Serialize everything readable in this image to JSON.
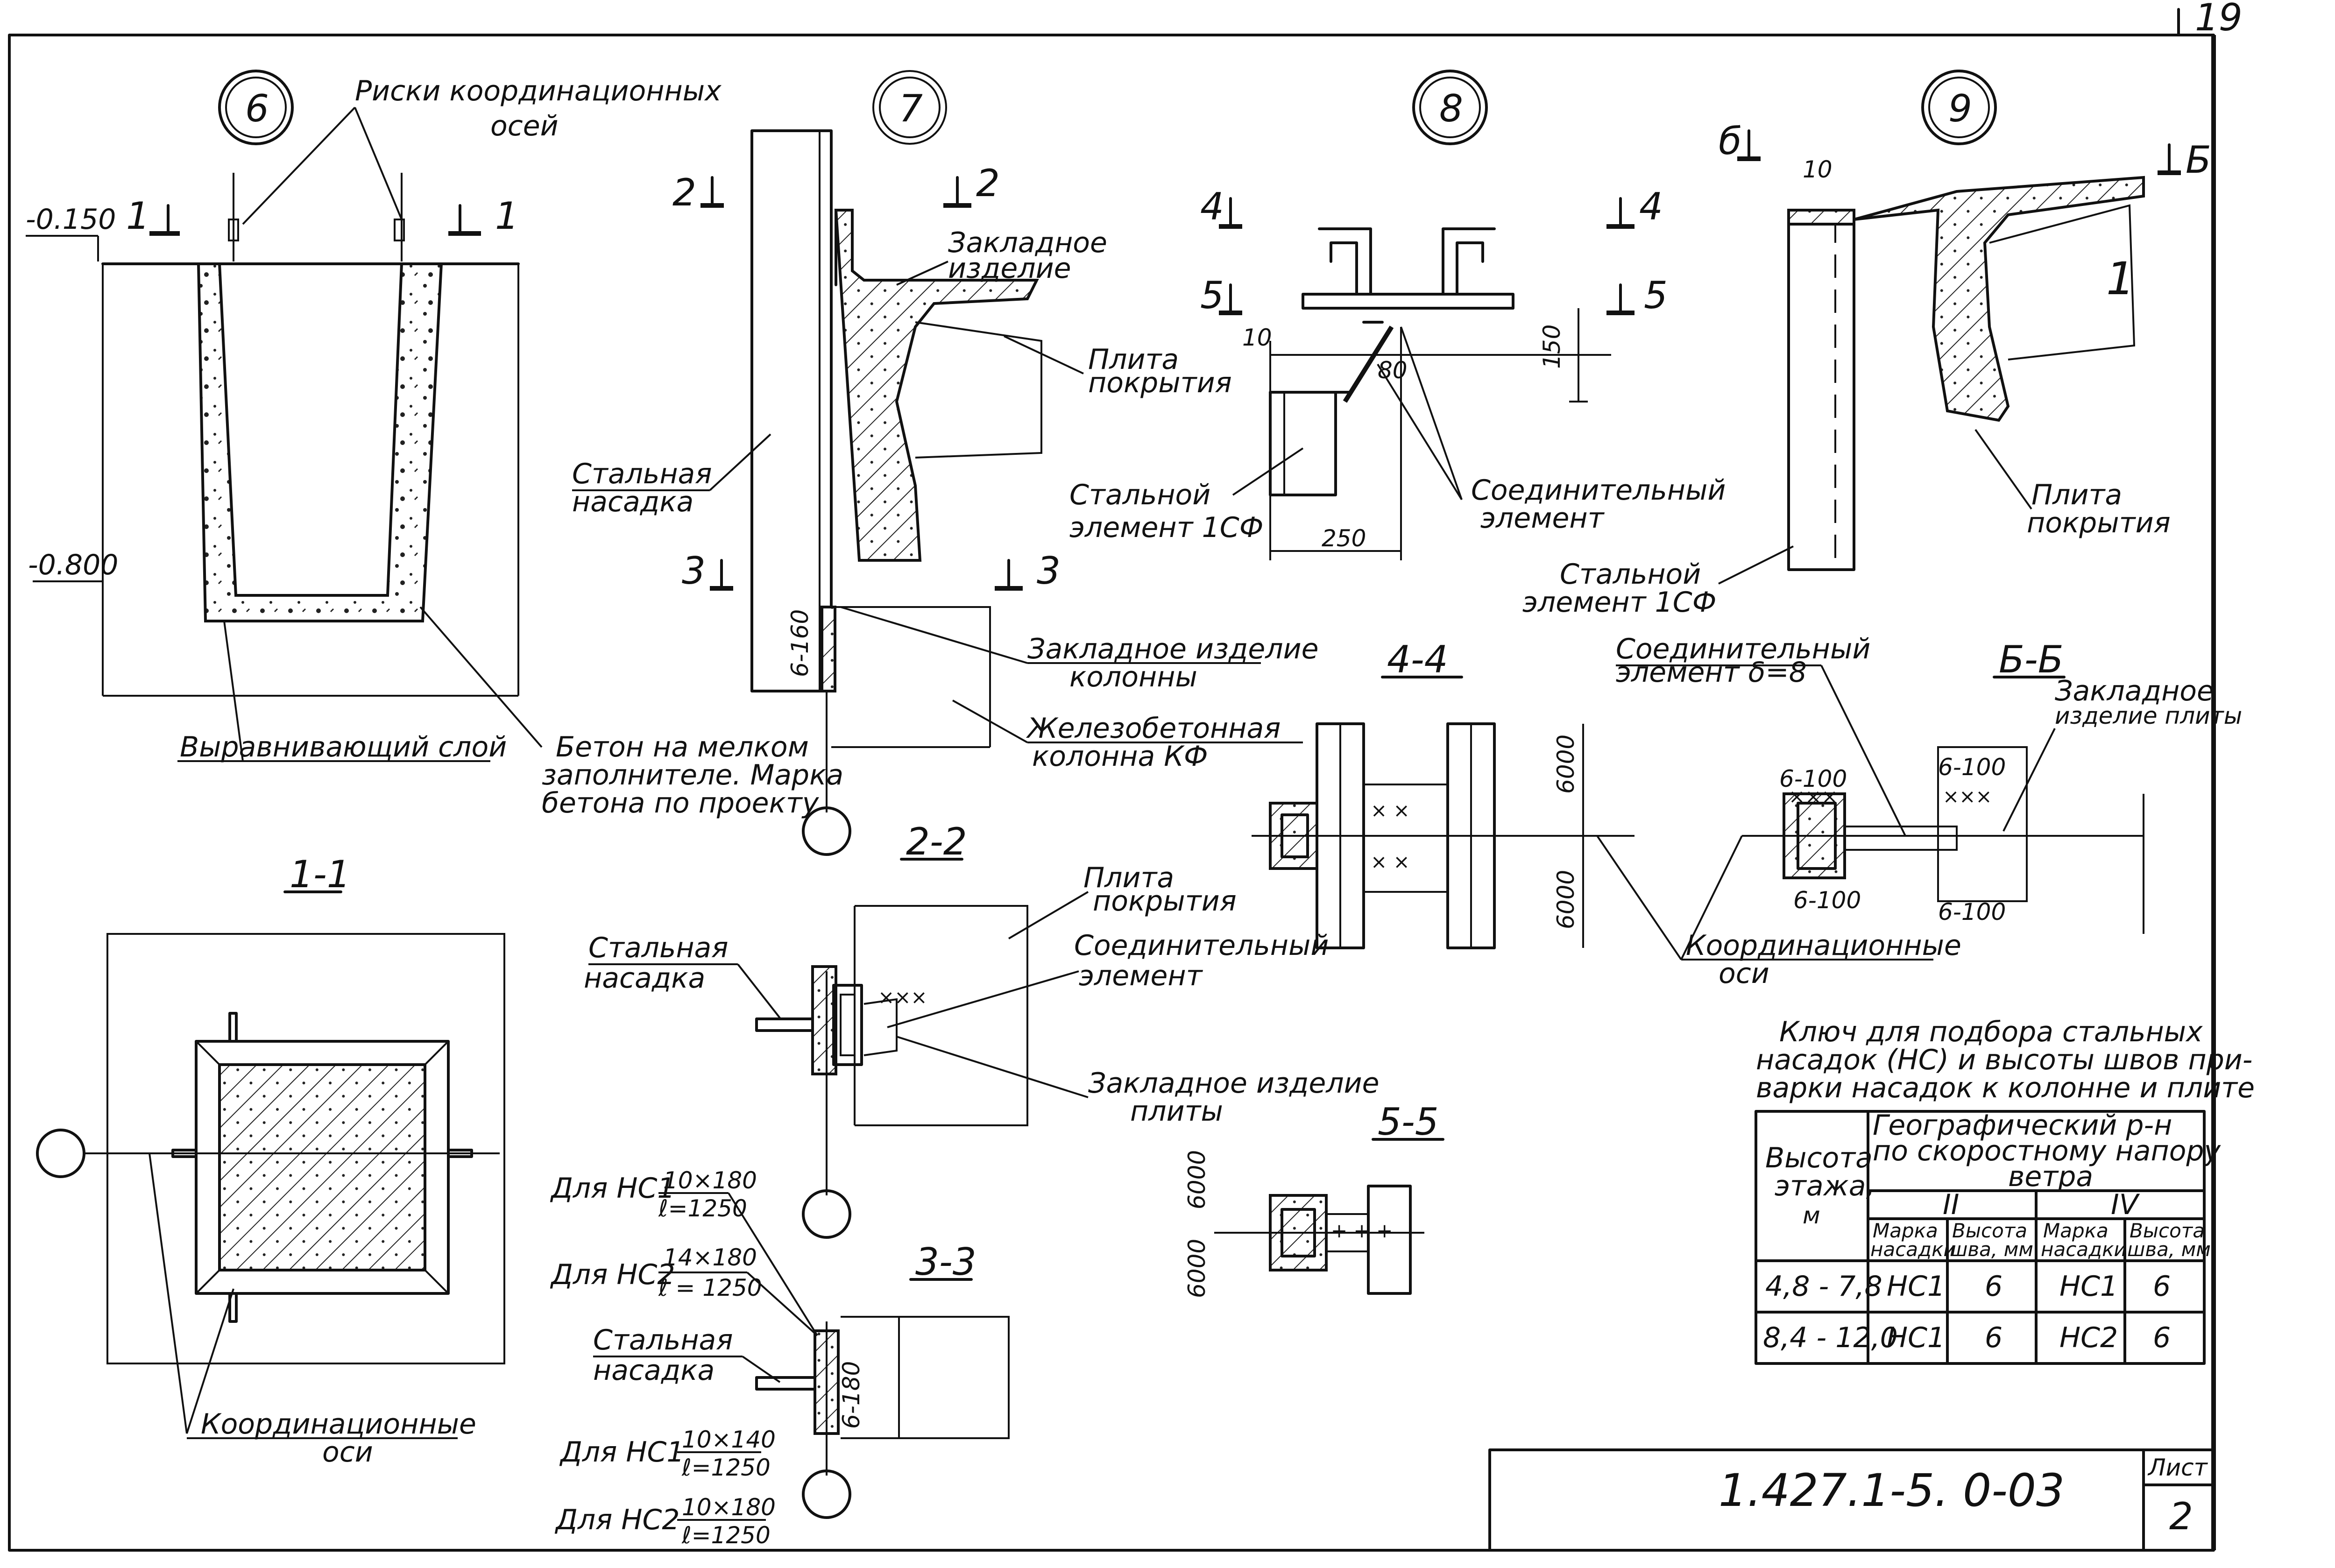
{
  "sheet": {
    "page_number_top": "19",
    "doc_code": "1.427.1-5. 0-03",
    "sheet_label": "Лист",
    "sheet_number": "2"
  },
  "detail6": {
    "marker": "6",
    "note": [
      "Риски координационных",
      "осей"
    ],
    "level_top": "-0.150",
    "level_bottom": "-0.800",
    "cut_label": "1",
    "label_leveling": "Выравнивающий слой",
    "label_concrete": [
      "Бетон на мелком",
      "заполнителе. Марка",
      "бетона по проекту"
    ]
  },
  "detail7": {
    "marker": "7",
    "cut_top": "2",
    "cut_bottom": "3",
    "label_embedded": [
      "Закладное",
      "изделие"
    ],
    "label_slab": [
      "Плита",
      "покрытия"
    ],
    "label_cap": [
      "Стальная",
      "насадка"
    ],
    "label_column_embedded": [
      "Закладное изделие",
      "колонны"
    ],
    "label_column": [
      "Железобетонная",
      "колонна КФ"
    ],
    "weld": "6-160"
  },
  "detail8": {
    "marker": "8",
    "cut_top": "4",
    "cut_bottom": "5",
    "dim_10": "10",
    "dim_80": "80",
    "dim_150": "150",
    "dim_250": "250",
    "label_steel_element": [
      "Стальной",
      "элемент 1СФ"
    ],
    "label_connector": [
      "Соединительный",
      "элемент"
    ]
  },
  "detail9": {
    "marker": "9",
    "cut": "Б",
    "cut_left": "б",
    "dim_10": "10",
    "label_slab": [
      "Плита",
      "покрытия"
    ],
    "label_steel_element": [
      "Стальной",
      "элемент 1СФ"
    ],
    "axis": "1"
  },
  "section11": {
    "title": "1-1",
    "label_axes": [
      "Координационные",
      "оси"
    ]
  },
  "section22": {
    "title": "2-2",
    "label_slab": [
      "Плита",
      "покрытия"
    ],
    "label_cap": [
      "Стальная",
      "насадка"
    ],
    "label_connector": [
      "Соединительный",
      "элемент"
    ],
    "label_embedded": [
      "Закладное изделие",
      "плиты"
    ]
  },
  "section33": {
    "title": "3-3",
    "label_cap": [
      "Стальная",
      "насадка"
    ],
    "nc1_top": {
      "prefix": "Для НС1",
      "size": "10×180",
      "length": "ℓ=1250"
    },
    "nc2_top": {
      "prefix": "Для НС2",
      "size": "14×180",
      "length": "ℓ = 1250"
    },
    "nc1_bottom": {
      "prefix": "Для НС1",
      "size": "10×140",
      "length": "ℓ=1250"
    },
    "nc2_bottom": {
      "prefix": "Для НС2",
      "size": "10×180",
      "length": "ℓ=1250"
    },
    "weld": "6-180"
  },
  "section44": {
    "title": "4-4",
    "dim_top": "6000",
    "dim_bottom": "6000"
  },
  "section55": {
    "title": "5-5",
    "dim_top": "6000",
    "dim_bottom": "6000"
  },
  "sectionBB": {
    "title": "Б-Б",
    "label_connector": [
      "Соединительный",
      "элемент δ=8"
    ],
    "label_embedded": [
      "Закладное",
      "изделие плиты"
    ],
    "label_axes": [
      "Координационные",
      "оси"
    ],
    "weld_tl": "6-100",
    "weld_bl": "6-100",
    "weld_tr": "6-100",
    "weld_br": "6-100"
  },
  "key_table": {
    "caption": [
      "Ключ для подбора стальных",
      "насадок (НС) и высоты швов при-",
      "варки насадок к колонне и плите"
    ],
    "col_height": [
      "Высота",
      "этажа,",
      "м"
    ],
    "col_region": [
      "Географический р-н",
      "по скоростному напору",
      "ветра"
    ],
    "region_a": "II",
    "region_b": "IV",
    "sub_mark": [
      "Марка",
      "насадки"
    ],
    "sub_weld": [
      "Высота",
      "шва, мм"
    ],
    "rows": [
      {
        "height": "4,8 - 7,8",
        "mark_a": "НС1",
        "weld_a": "6",
        "mark_b": "НС1",
        "weld_b": "6"
      },
      {
        "height": "8,4 - 12,0",
        "mark_a": "НС1",
        "weld_a": "6",
        "mark_b": "НС2",
        "weld_b": "6"
      }
    ]
  }
}
